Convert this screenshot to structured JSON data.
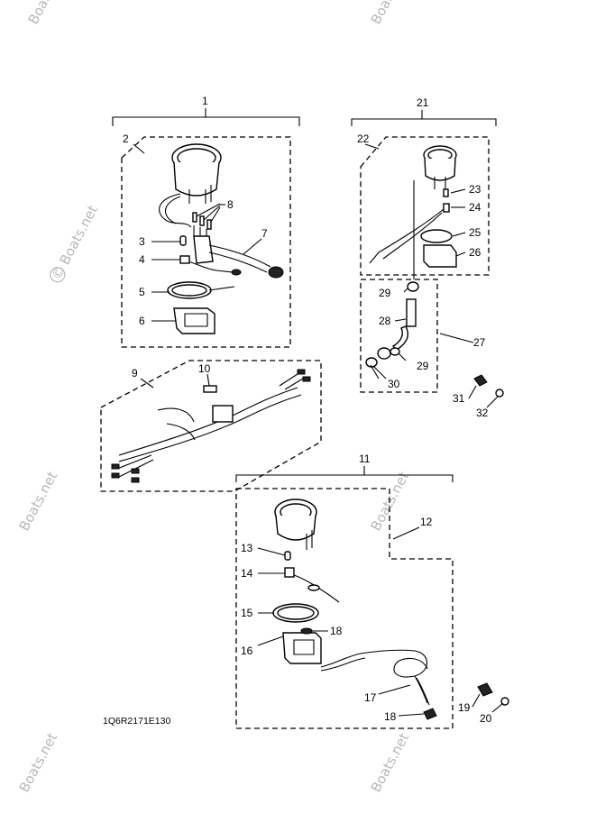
{
  "diagram": {
    "code": "1Q6R2171E130",
    "watermark": "Boats.net",
    "watermark_symbol": "©",
    "callouts": {
      "c1": "1",
      "c2": "2",
      "c3": "3",
      "c4": "4",
      "c5": "5",
      "c6": "6",
      "c7": "7",
      "c8": "8",
      "c9": "9",
      "c10": "10",
      "c11": "11",
      "c12": "12",
      "c13": "13",
      "c14": "14",
      "c15": "15",
      "c16": "16",
      "c17": "17",
      "c18a": "18",
      "c18b": "18",
      "c19": "19",
      "c20": "20",
      "c21": "21",
      "c22": "22",
      "c23": "23",
      "c24": "24",
      "c25": "25",
      "c26": "26",
      "c27": "27",
      "c28": "28",
      "c29a": "29",
      "c29b": "29",
      "c30": "30",
      "c31": "31",
      "c32": "32"
    }
  }
}
